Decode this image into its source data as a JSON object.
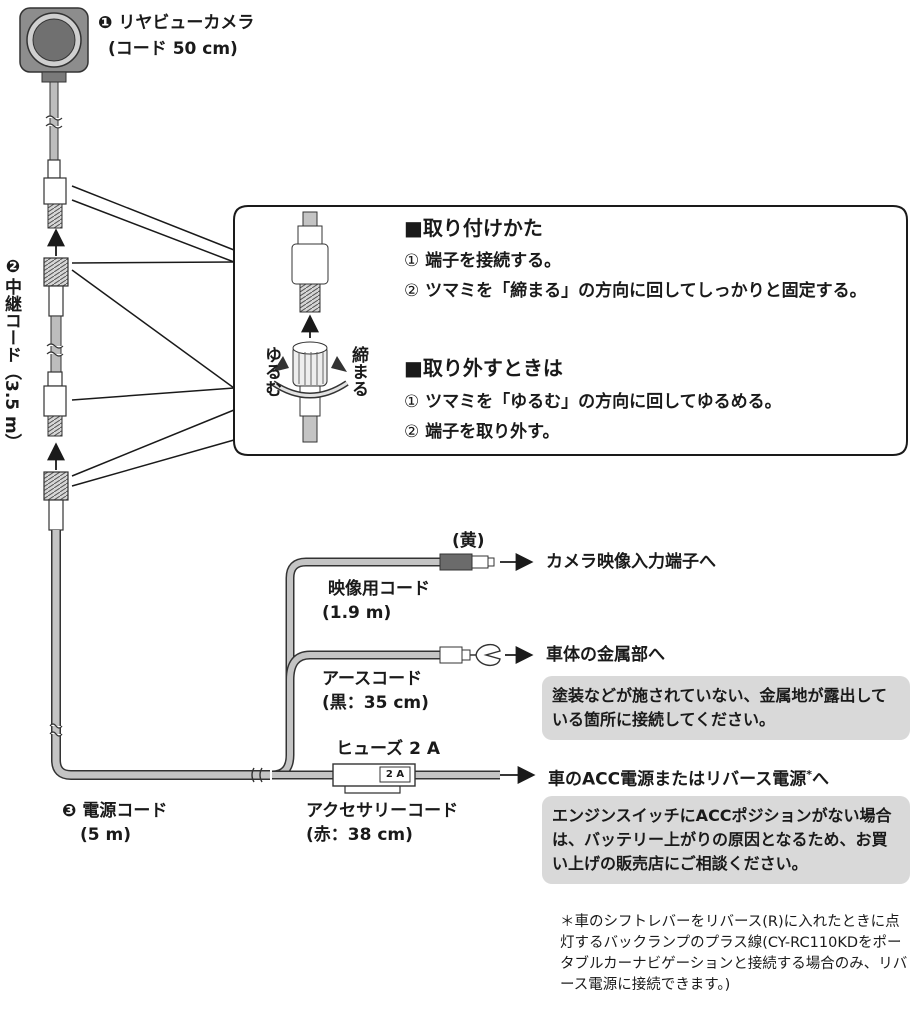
{
  "parts": {
    "camera": {
      "number": "❶",
      "name": "リヤビューカメラ",
      "cord": "(コード 50 cm)"
    },
    "relay_cord": {
      "number": "❷",
      "name": "中継コード",
      "length": "（3.5 m）"
    },
    "power_cord": {
      "number": "❸",
      "name": "電源コード",
      "length": "(5 m)"
    }
  },
  "callout": {
    "attach": {
      "heading": "■取り付けかた",
      "steps": [
        {
          "num": "①",
          "text": "端子を接続する。"
        },
        {
          "num": "②",
          "text": "ツマミを「締まる」の方向に回してしっかりと固定する。"
        }
      ]
    },
    "detach": {
      "heading": "■取り外すときは",
      "steps": [
        {
          "num": "①",
          "text": "ツマミを「ゆるむ」の方向に回してゆるめる。"
        },
        {
          "num": "②",
          "text": "端子を取り外す。"
        }
      ]
    },
    "loosen_label": "ゆるむ",
    "tighten_label": "締まる"
  },
  "branches": {
    "video": {
      "color": "(黄)",
      "cord": "映像用コード",
      "length": "(1.9 m)",
      "dest": "カメラ映像入力端子へ"
    },
    "ground": {
      "cord": "アースコード",
      "length": "(黒：35 cm)",
      "dest": "車体の金属部へ",
      "note": "塗装などが施されていない、金属地が露出している箇所に接続してください。"
    },
    "accessory": {
      "fuse": "ヒューズ 2 A",
      "fuse_mark": "2 A",
      "cord": "アクセサリーコード",
      "length": "(赤：38 cm)",
      "dest": "車のACC電源またはリバース電源",
      "dest_mark": "*",
      "dest_suffix": "へ",
      "note": "エンジンスイッチにACCポジションがない場合は、バッテリー上がりの原因となるため、お買い上げの販売店にご相談ください。"
    }
  },
  "footnote": "＊車のシフトレバーをリバース(R)に入れたときに点灯するバックランプのプラス線(CY-RC110KDをポータブルカーナビゲーションと接続する場合のみ、リバース電源に接続できます。)"
}
